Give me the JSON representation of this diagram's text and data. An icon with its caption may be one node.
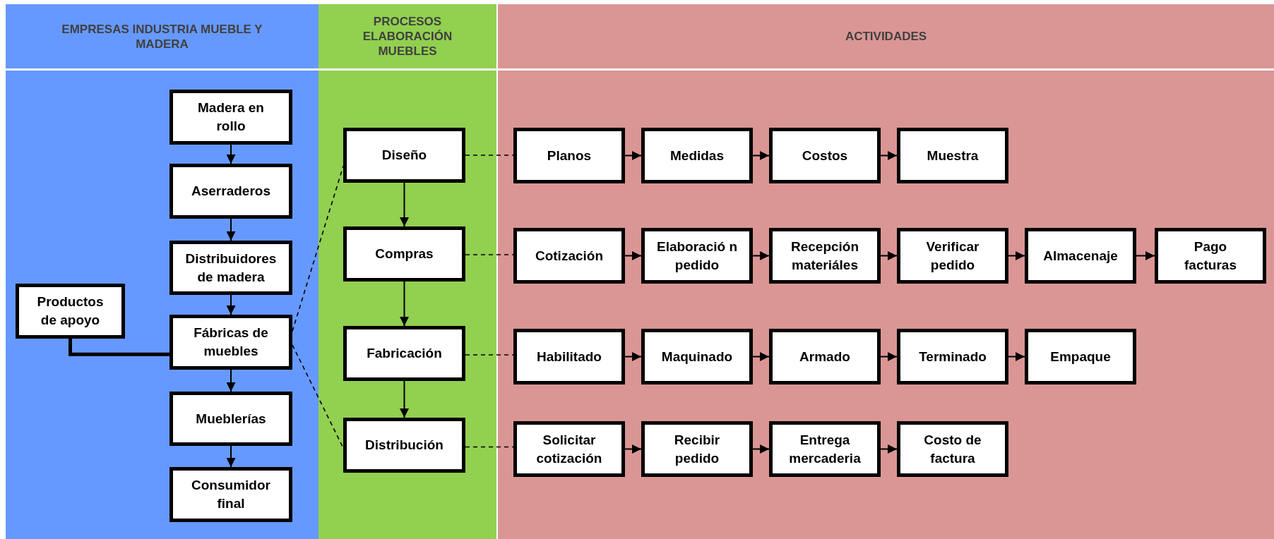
{
  "diagram": {
    "nodes": [
      {
        "text": [
          "EMPRESAS INDUSTRIA MUEBLE Y MADERA"
        ]
      },
      {
        "text": [
          "PROCESOS ELABORACIÓN MUEBLES"
        ]
      },
      {
        "text": [
          "ACTIVIDADES"
        ]
      },
      {
        "text": [],
        "shape": "box"
      },
      {
        "text": [],
        "shape": "box"
      },
      {
        "text": [],
        "shape": "box"
      },
      {
        "text": [
          "Madera en rollo"
        ],
        "in": 3
      },
      {
        "text": [
          "Aserraderos"
        ],
        "in": 3
      },
      {
        "text": [
          "Distribuidores de madera"
        ],
        "in": 3
      },
      {
        "text": [
          "Productos de apoyo"
        ],
        "in": 3
      },
      {
        "text": [
          "Fábricas de muebles"
        ],
        "in": 3
      },
      {
        "text": [
          "Mueblerías"
        ],
        "in": 3
      },
      {
        "text": [
          "Consumidor final"
        ],
        "in": 3
      },
      {
        "text": [
          "Diseño"
        ],
        "in": 4
      },
      {
        "text": [
          "Compras"
        ],
        "in": 4
      },
      {
        "text": [
          "Fabricación"
        ],
        "in": 4
      },
      {
        "text": [
          "Distribución"
        ],
        "in": 4
      },
      {
        "text": [
          "Planos"
        ],
        "in": 5
      },
      {
        "text": [
          "Medidas"
        ],
        "in": 5
      },
      {
        "text": [
          "Costos"
        ],
        "in": 5
      },
      {
        "text": [
          "Muestra"
        ],
        "in": 5
      },
      {
        "text": [
          "Cotización"
        ],
        "in": 5
      },
      {
        "text": [
          "Elaboració n pedido"
        ],
        "in": 5
      },
      {
        "text": [
          "Recepción materiáles"
        ],
        "in": 5
      },
      {
        "text": [
          "Verificar pedido"
        ],
        "in": 5
      },
      {
        "text": [
          "Almacenaje"
        ],
        "in": 5
      },
      {
        "text": [
          "Pago facturas"
        ],
        "in": 5
      },
      {
        "text": [
          "Habilitado"
        ],
        "in": 5
      },
      {
        "text": [
          "Maquinado"
        ],
        "in": 5
      },
      {
        "text": [
          "Armado"
        ],
        "in": 5
      },
      {
        "text": [
          "Terminado"
        ],
        "in": 5
      },
      {
        "text": [
          "Empaque"
        ],
        "in": 5
      },
      {
        "text": [
          "Solicitar cotización"
        ],
        "in": 5
      },
      {
        "text": [
          "Recibir pedido"
        ],
        "in": 5
      },
      {
        "text": [
          "Entrega mercaderia"
        ],
        "in": 5
      },
      {
        "text": [
          "Costo de factura"
        ],
        "in": 5
      }
    ],
    "edges": [
      {
        "from": 6,
        "to": 7,
        "arrow": "to"
      },
      {
        "from": 7,
        "to": 8,
        "arrow": "to"
      },
      {
        "from": 8,
        "to": 10,
        "arrow": "to"
      },
      {
        "from": 10,
        "to": 11,
        "arrow": "to"
      },
      {
        "from": 11,
        "to": 12,
        "arrow": "to"
      },
      {
        "from": 9,
        "to": 10,
        "arrow": "none",
        "style": "thick"
      },
      {
        "from": 10,
        "to": 13,
        "arrow": "none",
        "style": "dashed"
      },
      {
        "from": 10,
        "to": 16,
        "arrow": "none",
        "style": "dashed"
      },
      {
        "from": 13,
        "to": 14,
        "arrow": "to"
      },
      {
        "from": 14,
        "to": 15,
        "arrow": "to"
      },
      {
        "from": 15,
        "to": 16,
        "arrow": "to"
      },
      {
        "from": 13,
        "to": 17,
        "arrow": "none",
        "style": "dashed"
      },
      {
        "from": 14,
        "to": 21,
        "arrow": "none",
        "style": "dashed"
      },
      {
        "from": 15,
        "to": 27,
        "arrow": "none",
        "style": "dashed"
      },
      {
        "from": 16,
        "to": 32,
        "arrow": "none",
        "style": "dashed"
      },
      {
        "from": 17,
        "to": 18,
        "arrow": "to"
      },
      {
        "from": 18,
        "to": 19,
        "arrow": "to"
      },
      {
        "from": 19,
        "to": 20,
        "arrow": "to"
      },
      {
        "from": 21,
        "to": 22,
        "arrow": "to"
      },
      {
        "from": 22,
        "to": 23,
        "arrow": "to"
      },
      {
        "from": 23,
        "to": 24,
        "arrow": "to"
      },
      {
        "from": 24,
        "to": 25,
        "arrow": "to"
      },
      {
        "from": 25,
        "to": 26,
        "arrow": "to"
      },
      {
        "from": 27,
        "to": 28,
        "arrow": "to"
      },
      {
        "from": 28,
        "to": 29,
        "arrow": "to"
      },
      {
        "from": 29,
        "to": 30,
        "arrow": "to"
      },
      {
        "from": 30,
        "to": 31,
        "arrow": "to"
      },
      {
        "from": 32,
        "to": 33,
        "arrow": "to"
      },
      {
        "from": 33,
        "to": 34,
        "arrow": "to"
      },
      {
        "from": 34,
        "to": 35,
        "arrow": "to"
      }
    ]
  }
}
